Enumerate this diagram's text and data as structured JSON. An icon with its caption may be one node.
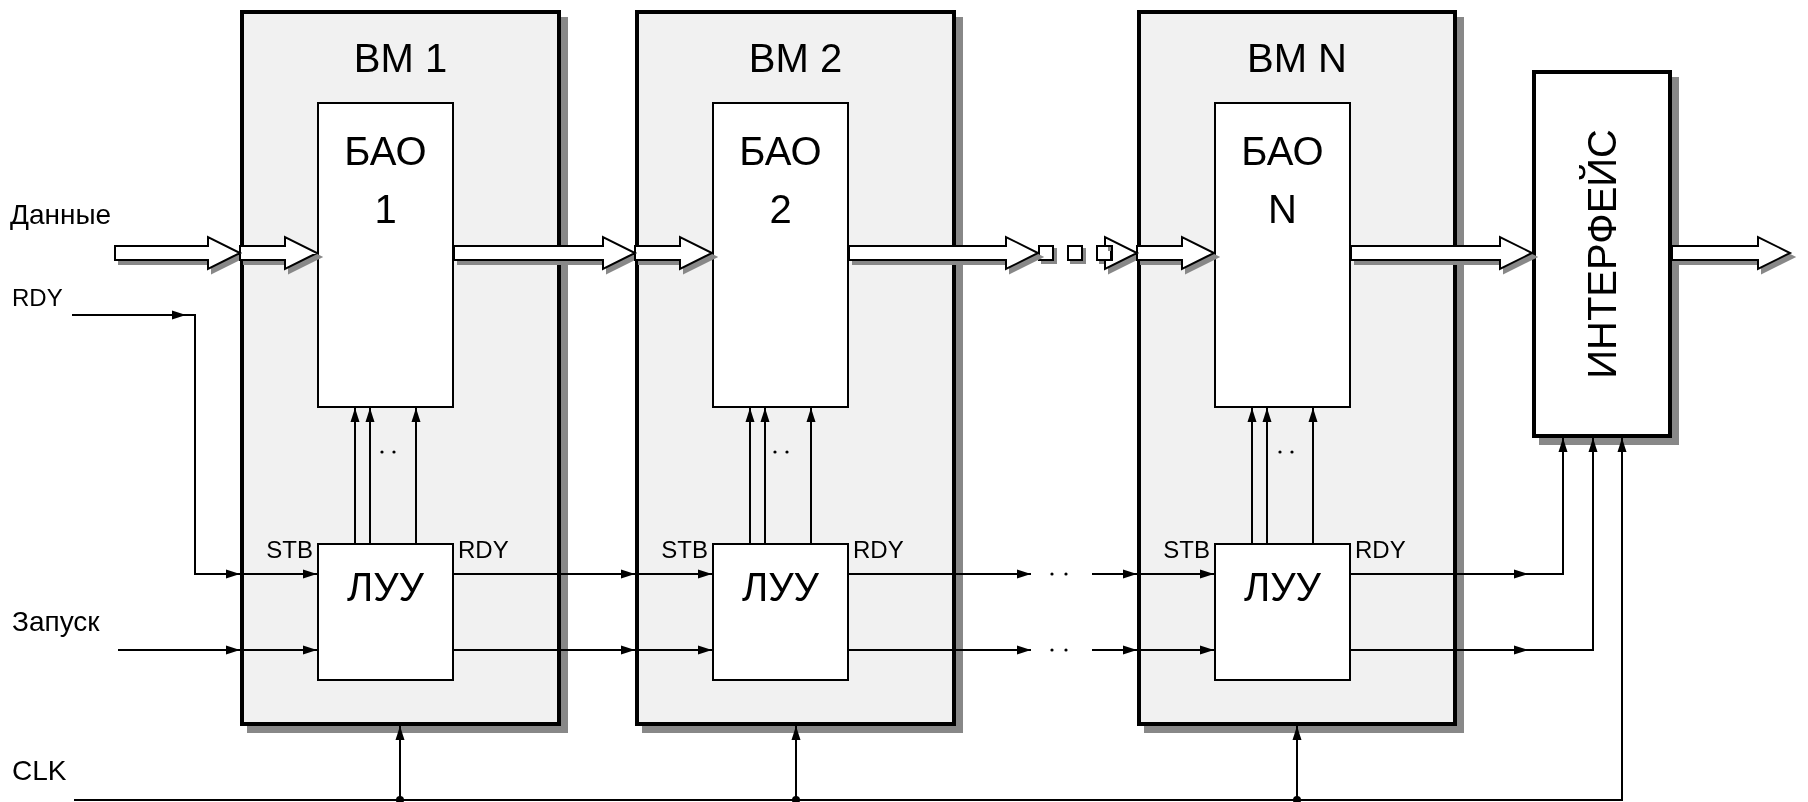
{
  "diagram": {
    "nodes": [
      {
        "text": [
          "Данные"
        ]
      },
      {
        "text": [
          "RDY"
        ]
      },
      {
        "text": [
          "Запуск"
        ]
      },
      {
        "text": [
          "CLK"
        ]
      },
      {
        "text": [
          "ВМ 1"
        ]
      },
      {
        "text": [
          "БАО 1"
        ],
        "in": 4
      },
      {
        "text": [
          "ЛУУ"
        ],
        "in": 4,
        "beside": [
          "STB",
          "RDY"
        ]
      },
      {
        "text": [
          "ВМ 2"
        ]
      },
      {
        "text": [
          "БАО 2"
        ],
        "in": 7
      },
      {
        "text": [
          "ЛУУ"
        ],
        "in": 7,
        "beside": [
          "STB",
          "RDY"
        ]
      },
      {
        "text": [],
        "shape": "box"
      },
      {
        "text": [],
        "shape": "box"
      },
      {
        "text": [],
        "shape": "box"
      },
      {
        "text": [
          "ВМ N"
        ]
      },
      {
        "text": [
          "БАО N"
        ],
        "in": 13
      },
      {
        "text": [
          "ЛУУ"
        ],
        "in": 13,
        "beside": [
          "STB",
          "RDY"
        ]
      },
      {
        "text": [
          "ИНТЕРФЕЙС"
        ]
      }
    ],
    "edges": [
      {
        "from": 0,
        "to": 5,
        "arrow": "to",
        "style": "thick"
      },
      {
        "from": 5,
        "to": 8,
        "arrow": "to",
        "style": "thick"
      },
      {
        "from": 8,
        "to": 10,
        "arrow": "to",
        "style": "thick"
      },
      {
        "from": 12,
        "to": 14,
        "arrow": "to",
        "style": "thick"
      },
      {
        "from": 14,
        "to": 16,
        "arrow": "to",
        "style": "thick"
      },
      {
        "from": 16,
        "to": null,
        "arrow": "to",
        "style": "thick"
      },
      {
        "from": 1,
        "to": 6,
        "arrow": "to"
      },
      {
        "from": 2,
        "to": 6,
        "arrow": "to"
      },
      {
        "from": 6,
        "to": 5,
        "arrow": "to"
      },
      {
        "from": 6,
        "to": 5,
        "arrow": "to"
      },
      {
        "from": 6,
        "to": 5,
        "arrow": "to"
      },
      {
        "from": 6,
        "to": 9,
        "arrow": "to"
      },
      {
        "from": 6,
        "to": 9,
        "arrow": "to"
      },
      {
        "from": 9,
        "to": 8,
        "arrow": "to"
      },
      {
        "from": 9,
        "to": 8,
        "arrow": "to"
      },
      {
        "from": 9,
        "to": 8,
        "arrow": "to"
      },
      {
        "from": 9,
        "to": null,
        "arrow": "to"
      },
      {
        "from": null,
        "to": 15,
        "arrow": "to"
      },
      {
        "from": 9,
        "to": null,
        "arrow": "to"
      },
      {
        "from": null,
        "to": 15,
        "arrow": "to"
      },
      {
        "from": 15,
        "to": 14,
        "arrow": "to"
      },
      {
        "from": 15,
        "to": 14,
        "arrow": "to"
      },
      {
        "from": 15,
        "to": 14,
        "arrow": "to"
      },
      {
        "from": 15,
        "to": 16,
        "arrow": "to"
      },
      {
        "from": 15,
        "to": 16,
        "arrow": "to"
      },
      {
        "from": 3,
        "to": 4,
        "arrow": "to"
      },
      {
        "from": 3,
        "to": 7,
        "arrow": "to"
      },
      {
        "from": 3,
        "to": 13,
        "arrow": "to"
      },
      {
        "from": 3,
        "to": 16,
        "arrow": "to"
      }
    ]
  }
}
